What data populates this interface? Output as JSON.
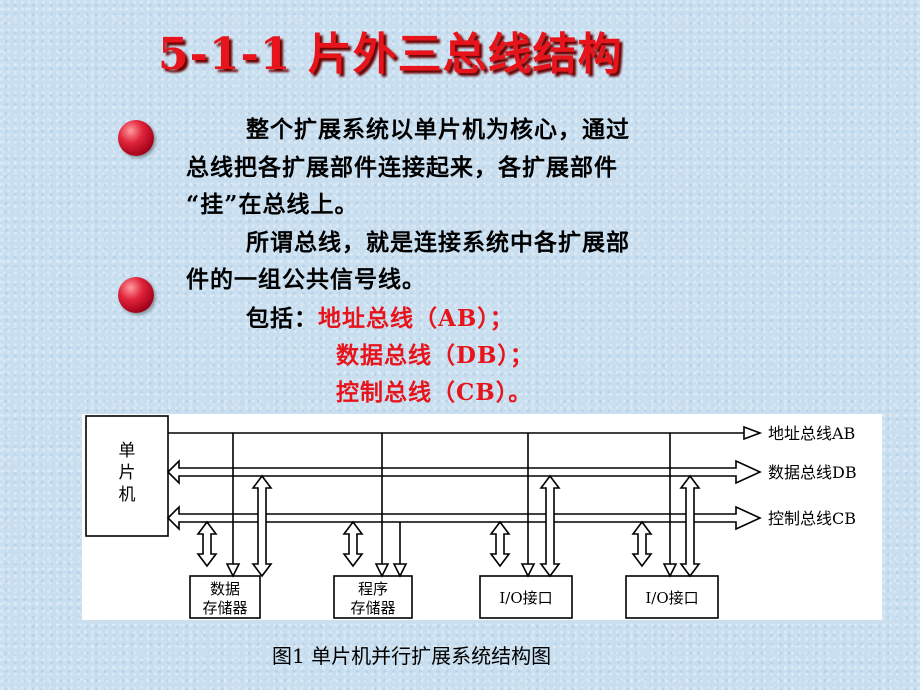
{
  "slide": {
    "title": "5-1-1  片外三总线结构",
    "para1": {
      "line1": "整个扩展系统以单片机为核心，通过",
      "line2": "总线把各扩展部件连接起来，各扩展部件",
      "line3": "“挂”在总线上。"
    },
    "para2": {
      "line1": "所谓总线，就是连接系统中各扩展部",
      "line2": "件的一组公共信号线。",
      "prefix": "包括：",
      "bus1": "地址总线（AB）；",
      "bus2": "数据总线（DB）；",
      "bus3": "控制总线（CB）。"
    }
  },
  "diagram": {
    "mcu": [
      "单",
      "片",
      "机"
    ],
    "bus_labels": {
      "ab": "地址总线AB",
      "db": "数据总线DB",
      "cb": "控制总线CB"
    },
    "boxes": {
      "data_memory": [
        "数据",
        "存储器"
      ],
      "program_memory": [
        "程序",
        "存储器"
      ],
      "io1": "I/O接口",
      "io2": "I/O接口"
    }
  },
  "caption": "图1 单片机并行扩展系统结构图",
  "colors": {
    "title": "#e8141c",
    "highlight": "#e8141c",
    "background": "#c9dff0"
  }
}
